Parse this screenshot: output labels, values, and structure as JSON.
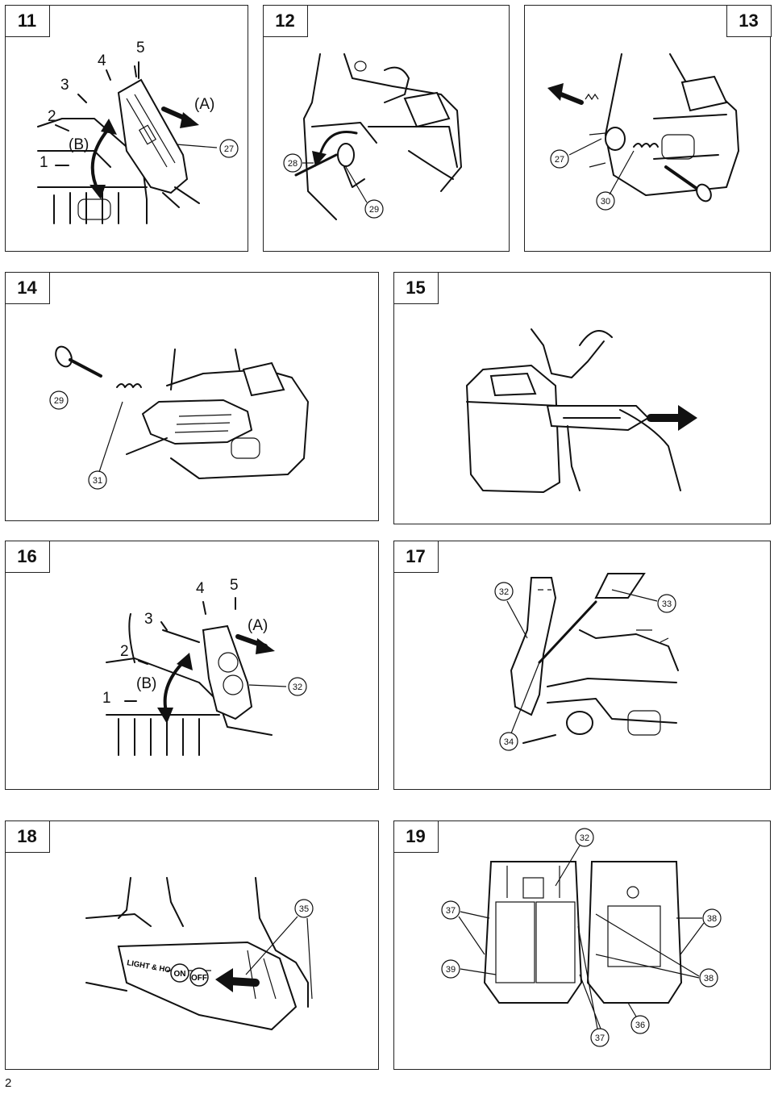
{
  "panels": {
    "p11": {
      "number": "11",
      "labels": {
        "n1": "1",
        "n2": "2",
        "n3": "3",
        "n4": "4",
        "n5": "5",
        "a": "(A)",
        "b": "(B)"
      },
      "callouts": {
        "c27": "27"
      }
    },
    "p12": {
      "number": "12",
      "callouts": {
        "c28": "28",
        "c29": "29"
      }
    },
    "p13": {
      "number": "13",
      "callouts": {
        "c27": "27",
        "c30": "30"
      }
    },
    "p14": {
      "number": "14",
      "callouts": {
        "c29": "29",
        "c31": "31"
      }
    },
    "p15": {
      "number": "15"
    },
    "p16": {
      "number": "16",
      "labels": {
        "n1": "1",
        "n2": "2",
        "n3": "3",
        "n4": "4",
        "n5": "5",
        "a": "(A)",
        "b": "(B)"
      },
      "callouts": {
        "c32": "32"
      }
    },
    "p17": {
      "number": "17",
      "callouts": {
        "c32": "32",
        "c33": "33",
        "c34": "34"
      }
    },
    "p18": {
      "number": "18",
      "callouts": {
        "c35": "35"
      },
      "switch": {
        "label": "LIGHT & HOOK",
        "on": "ON",
        "off": "OFF"
      }
    },
    "p19": {
      "number": "19",
      "callouts": {
        "c32": "32",
        "c37a": "37",
        "c38a": "38",
        "c39": "39",
        "c38b": "38",
        "c36": "36",
        "c37b": "37"
      }
    }
  },
  "page_number": "2"
}
